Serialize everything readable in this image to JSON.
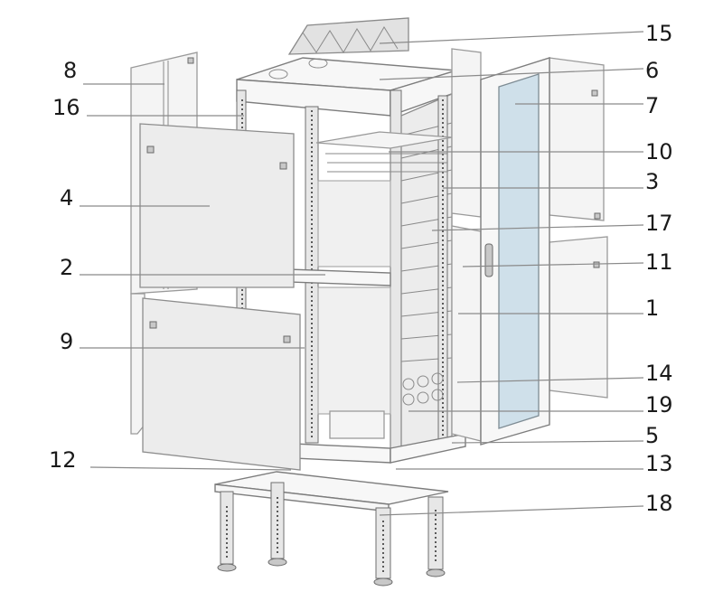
{
  "figure": {
    "callouts": [
      {
        "id": "c15",
        "label": "15"
      },
      {
        "id": "c6",
        "label": "6"
      },
      {
        "id": "c8",
        "label": "8"
      },
      {
        "id": "c7",
        "label": "7"
      },
      {
        "id": "c16",
        "label": "16"
      },
      {
        "id": "c10",
        "label": "10"
      },
      {
        "id": "c3",
        "label": "3"
      },
      {
        "id": "c4",
        "label": "4"
      },
      {
        "id": "c17",
        "label": "17"
      },
      {
        "id": "c2",
        "label": "2"
      },
      {
        "id": "c11",
        "label": "11"
      },
      {
        "id": "c1",
        "label": "1"
      },
      {
        "id": "c9",
        "label": "9"
      },
      {
        "id": "c14",
        "label": "14"
      },
      {
        "id": "c19",
        "label": "19"
      },
      {
        "id": "c5",
        "label": "5"
      },
      {
        "id": "c12",
        "label": "12"
      },
      {
        "id": "c13",
        "label": "13"
      },
      {
        "id": "c18",
        "label": "18"
      }
    ],
    "parts": [
      "top-cover",
      "roof",
      "rear-side-panel",
      "glass-front-door",
      "top-rail",
      "shelf",
      "front-frame",
      "upper-side-panel",
      "side-vent-panel",
      "middle-beam",
      "door-handle",
      "door-frame",
      "lower-side-panel",
      "cable-entry",
      "cable-grommets",
      "base-frame",
      "floor-bracket",
      "leveling-foot",
      "pedestal-base"
    ]
  }
}
